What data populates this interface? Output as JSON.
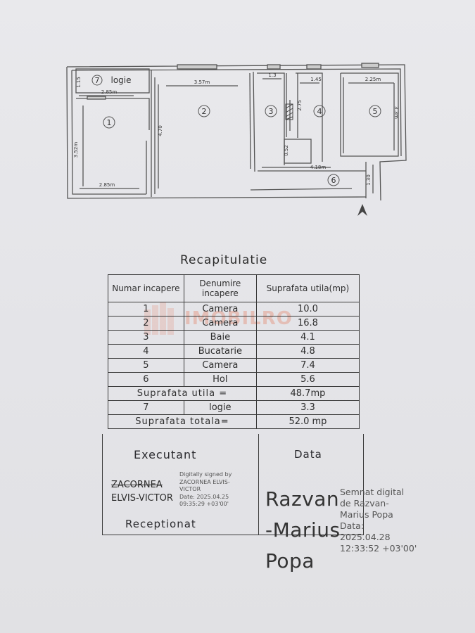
{
  "plan": {
    "rooms": [
      {
        "num": "7",
        "label": "logie"
      },
      {
        "num": "1"
      },
      {
        "num": "2"
      },
      {
        "num": "3"
      },
      {
        "num": "4"
      },
      {
        "num": "5"
      },
      {
        "num": "6"
      }
    ],
    "dims": {
      "logie_w": "2.85m",
      "logie_h": "1.15",
      "r1_w": "2.85m",
      "r1_h": "3.52m",
      "r2_w": "3.57m",
      "r2_h": "4.70",
      "r3_w": "1.3",
      "r3_h": "2.75",
      "r4_w": "1.45",
      "r5_w": "2.25m",
      "r5_h": "3.3m",
      "hol_w": "4.18m",
      "hol_h": "1.30",
      "small": "0.52"
    }
  },
  "recap": {
    "title": "Recapitulatie",
    "headers": [
      "Numar incapere",
      "Denumire incapere",
      "Suprafata utila(mp)"
    ],
    "rows": [
      {
        "num": "1",
        "name": "Camera",
        "area": "10.0"
      },
      {
        "num": "2",
        "name": "Camera",
        "area": "16.8"
      },
      {
        "num": "3",
        "name": "Baie",
        "area": "4.1"
      },
      {
        "num": "4",
        "name": "Bucatarie",
        "area": "4.8"
      },
      {
        "num": "5",
        "name": "Camera",
        "area": "7.4"
      },
      {
        "num": "6",
        "name": "Hol",
        "area": "5.6"
      }
    ],
    "util_label": "Suprafata utila =",
    "util_value": "48.7mp",
    "logie_row": {
      "num": "7",
      "name": "logie",
      "area": "3.3"
    },
    "total_label": "Suprafata totala=",
    "total_value": "52.0 mp"
  },
  "signatures": {
    "executant": "Executant",
    "data": "Data",
    "receptionat": "Receptionat",
    "signer1_line1": "ZACORNEA",
    "signer1_line2": "ELVIS-VICTOR",
    "dsig1": [
      "Digitally signed by",
      "ZACORNEA ELVIS-",
      "VICTOR",
      "Date: 2025.04.25",
      "09:35:29 +03'00'"
    ],
    "signer2": [
      "Razvan",
      "-Marius",
      "Popa"
    ],
    "dsig2": [
      "Semnat digital",
      "de Razvan-",
      "Marius Popa",
      "Data:",
      "2025.04.28",
      "12:33:52 +03'00'"
    ]
  },
  "watermark": {
    "text": "IMOBILRO"
  }
}
